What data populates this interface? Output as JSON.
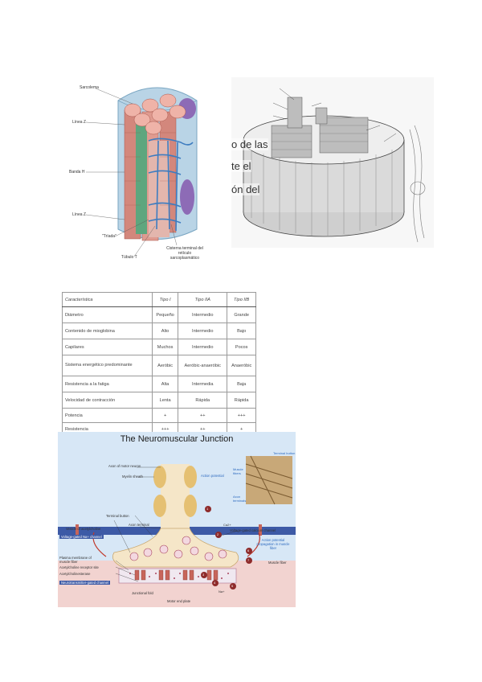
{
  "fig1": {
    "labels": {
      "sarcolema": "Sarcolema",
      "linea_z_top": "Línea Z",
      "banda_h": "Banda H",
      "linea_z_bottom": "Línea Z",
      "triada": "\"Tríada\"",
      "tubulo_t": "Túbulo T",
      "cisterna": "Cisterna terminal del retículo sarcoplasmático"
    }
  },
  "fig2": {
    "overlay_text": [
      "o de las",
      "te el",
      "ón del"
    ]
  },
  "table": {
    "headers": [
      "Característica",
      "Tipo I",
      "Tipo IIA",
      "Tipo IIB"
    ],
    "rows": [
      [
        "Diámetro",
        "Pequeño",
        "Intermedio",
        "Grande"
      ],
      [
        "Contenido de mioglobina",
        "Alto",
        "Intermedio",
        "Bajo"
      ],
      [
        "Capilares",
        "Muchos",
        "Intermedio",
        "Pocos"
      ],
      [
        "Sistema energético predominante",
        "Aeróbic",
        "Aeróbic-anaeróbic",
        "Anaeróbic"
      ],
      [
        "Resistencia a la fatiga",
        "Alta",
        "Intermedia",
        "Baja"
      ],
      [
        "Velocidad de contracción",
        "Lenta",
        "Rápida",
        "Rápida"
      ],
      [
        "Potencia",
        "+",
        "++",
        "+++"
      ],
      [
        "Resistencia",
        "+++",
        "++",
        "+"
      ]
    ]
  },
  "nmj": {
    "title": "The Neuromuscular Junction",
    "labels": {
      "axon_motor_neuron": "Axon of motor neuron",
      "myelin_sheath": "Myelin sheath",
      "action_potential": "Action potential",
      "axon_terminal": "Axon terminal",
      "terminal_button": "Terminal button",
      "vesicle_ach": "Vesicle of acetylcholine",
      "vg_na_channel": "Voltage-gated Na+ channel",
      "plasma_membrane": "Plasma membrane of muscle fiber",
      "ach_receptor": "Acetylcholine receptor site",
      "acetylcholinesterase": "Acetylcholinesterase",
      "nt_gated_channel": "Neurotransmitter-gated channel",
      "ca_channel": "Voltage-gated calcium channel",
      "ap_propagation": "Action potential propagation in muscle fiber",
      "muscle_fiber": "Muscle fiber",
      "motor_end_plate": "Motor end plate",
      "junctional_fold": "Junctional fold",
      "inset_terminal_button": "Terminal button",
      "inset_muscle_fibers": "Muscle fibers",
      "inset_axon_terminals": "Axon terminals",
      "ca_label": "Ca2+",
      "na_label": "Na+"
    },
    "steps": [
      "1",
      "2",
      "3",
      "4",
      "5",
      "6",
      "7"
    ]
  }
}
